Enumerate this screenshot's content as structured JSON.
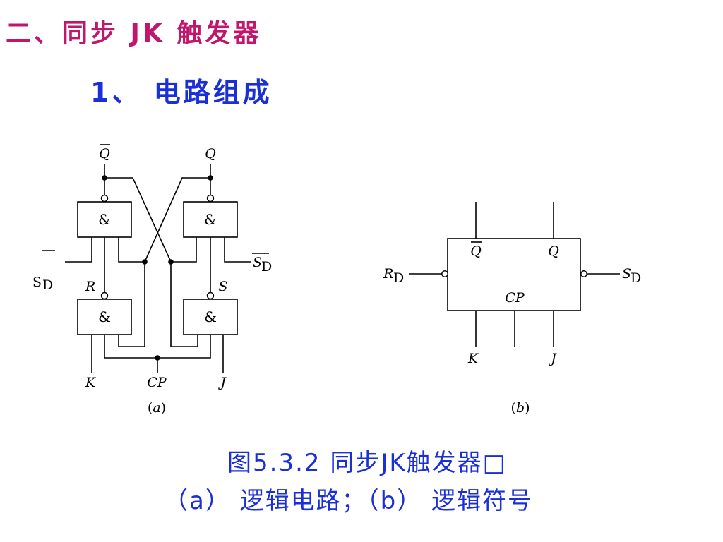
{
  "heading": {
    "section": "二、同步 JK 触发器",
    "subsection": "1、 电路组成"
  },
  "colors": {
    "title": "#c0166b",
    "subtitle": "#1b2fd6",
    "caption": "#1b2fd6"
  },
  "diagram_a": {
    "gate_symbol": "&",
    "q_bar": "Q",
    "q": "Q",
    "sd_bar": "S",
    "sd_bar_sub": "D",
    "sd_left": "S",
    "sd_left_sub": "D",
    "r": "R",
    "s": "S",
    "k": "K",
    "cp": "CP",
    "j": "J",
    "label_open": "(",
    "label": "a",
    "label_close": ")"
  },
  "diagram_b": {
    "q_bar": "Q",
    "q": "Q",
    "rd": "R",
    "rd_sub": "D",
    "sd": "S",
    "sd_sub": "D",
    "cp": "CP",
    "k": "K",
    "j": "J",
    "label_open": "(",
    "label": "b",
    "label_close": ")"
  },
  "caption": {
    "line1": "图5.3.2 同步JK触发器□",
    "line2": "（a） 逻辑电路；（b） 逻辑符号"
  }
}
